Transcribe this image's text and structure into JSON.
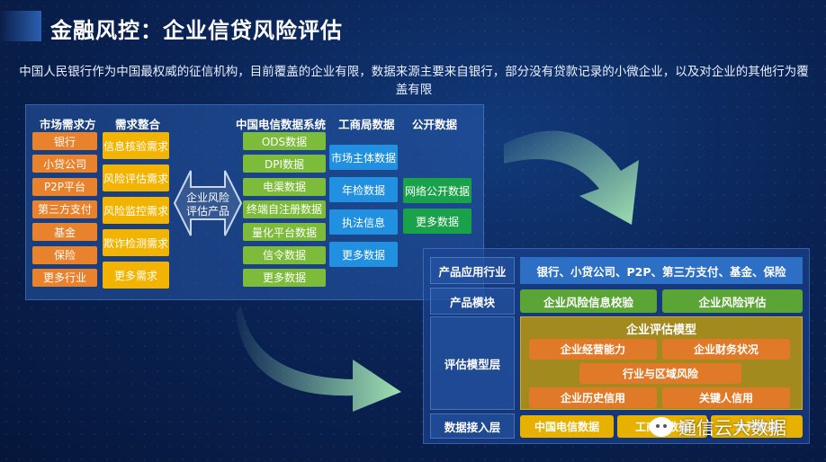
{
  "title": "金融风控：企业信贷风险评估",
  "description": "中国人民银行作为中国最权威的征信机构，目前覆盖的企业有限，数据来源主要来自银行，部分没有贷款记录的小微企业，以及对企业的其他行为覆盖有限",
  "left_panel": {
    "headers": {
      "market": "市场需求方",
      "integration": "需求整合",
      "telecom": "中国电信数据系统",
      "biz_bureau": "工商局数据",
      "public": "公开数据"
    },
    "market_items": [
      "银行",
      "小贷公司",
      "P2P平台",
      "第三方支付",
      "基金",
      "保险",
      "更多行业"
    ],
    "integration_items": [
      "信息核验需求",
      "风险评估需求",
      "风险监控需求",
      "欺诈检测需求",
      "更多需求"
    ],
    "center_label": "企业风险\n评估产品",
    "telecom_items": [
      "ODS数据",
      "DPI数据",
      "电渠数据",
      "终端自注册数据",
      "量化平台数据",
      "信令数据",
      "更多数据"
    ],
    "bureau_items": [
      "市场主体数据",
      "年检数据",
      "执法信息",
      "更多数据"
    ],
    "public_items": [
      "网络公开数据",
      "更多数据"
    ]
  },
  "right_panel": {
    "row_labels": {
      "industry": "产品应用行业",
      "module": "产品模块",
      "model": "评估模型层",
      "data": "数据接入层"
    },
    "industry_text": "银行、小贷公司、P2P、第三方支付、基金、保险",
    "modules": [
      "企业风险信息校验",
      "企业风险评估"
    ],
    "model_title": "企业评估模型",
    "model_items": [
      "企业经营能力",
      "企业财务状况",
      "行业与区域风险",
      "企业历史信用",
      "关键人信用"
    ],
    "data_items": [
      "中国电信数据",
      "工商局数据",
      "公开数据"
    ]
  },
  "watermark": "通信云大数据",
  "colors": {
    "orange": "#e9822c",
    "yellow": "#f2b400",
    "green": "#7dbb3a",
    "blue": "#2190e0",
    "dark_green": "#1aa24a"
  }
}
